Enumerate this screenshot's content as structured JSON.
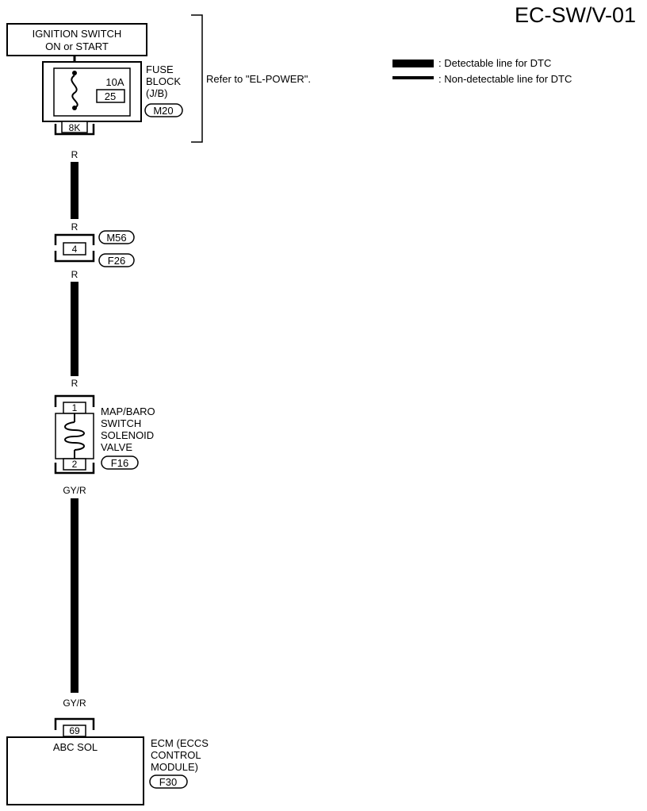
{
  "page_id": "EC-SW/V-01",
  "legend": {
    "detectable": ": Detectable line for DTC",
    "non_detectable": ": Non-detectable line for DTC"
  },
  "ignition_switch": {
    "line1": "IGNITION SWITCH",
    "line2": "ON or START"
  },
  "fuse_block": {
    "rating": "10A",
    "number": "25",
    "label_lines": [
      "FUSE",
      "BLOCK",
      "(J/B)"
    ],
    "connector": "M20",
    "terminal": "8K",
    "refer_note": "Refer to \"EL-POWER\"."
  },
  "wires": {
    "fuse_out_color": "R",
    "m56_in_color": "R",
    "f26_out_color": "R",
    "solenoid_in_color": "R",
    "solenoid_out_color": "GY/R",
    "ecm_in_color": "GY/R"
  },
  "joint_connector": {
    "terminal": "4",
    "connector_top": "M56",
    "connector_bottom": "F26"
  },
  "solenoid": {
    "terminal_in": "1",
    "terminal_out": "2",
    "label_lines": [
      "MAP/BARO",
      "SWITCH",
      "SOLENOID",
      "VALVE"
    ],
    "connector": "F16"
  },
  "ecm": {
    "terminal": "69",
    "pin_name": "ABC SOL",
    "label_lines": [
      "ECM (ECCS",
      "CONTROL",
      "MODULE)"
    ],
    "connector": "F30"
  },
  "colors": {
    "ink": "#000000",
    "paper": "#ffffff"
  }
}
